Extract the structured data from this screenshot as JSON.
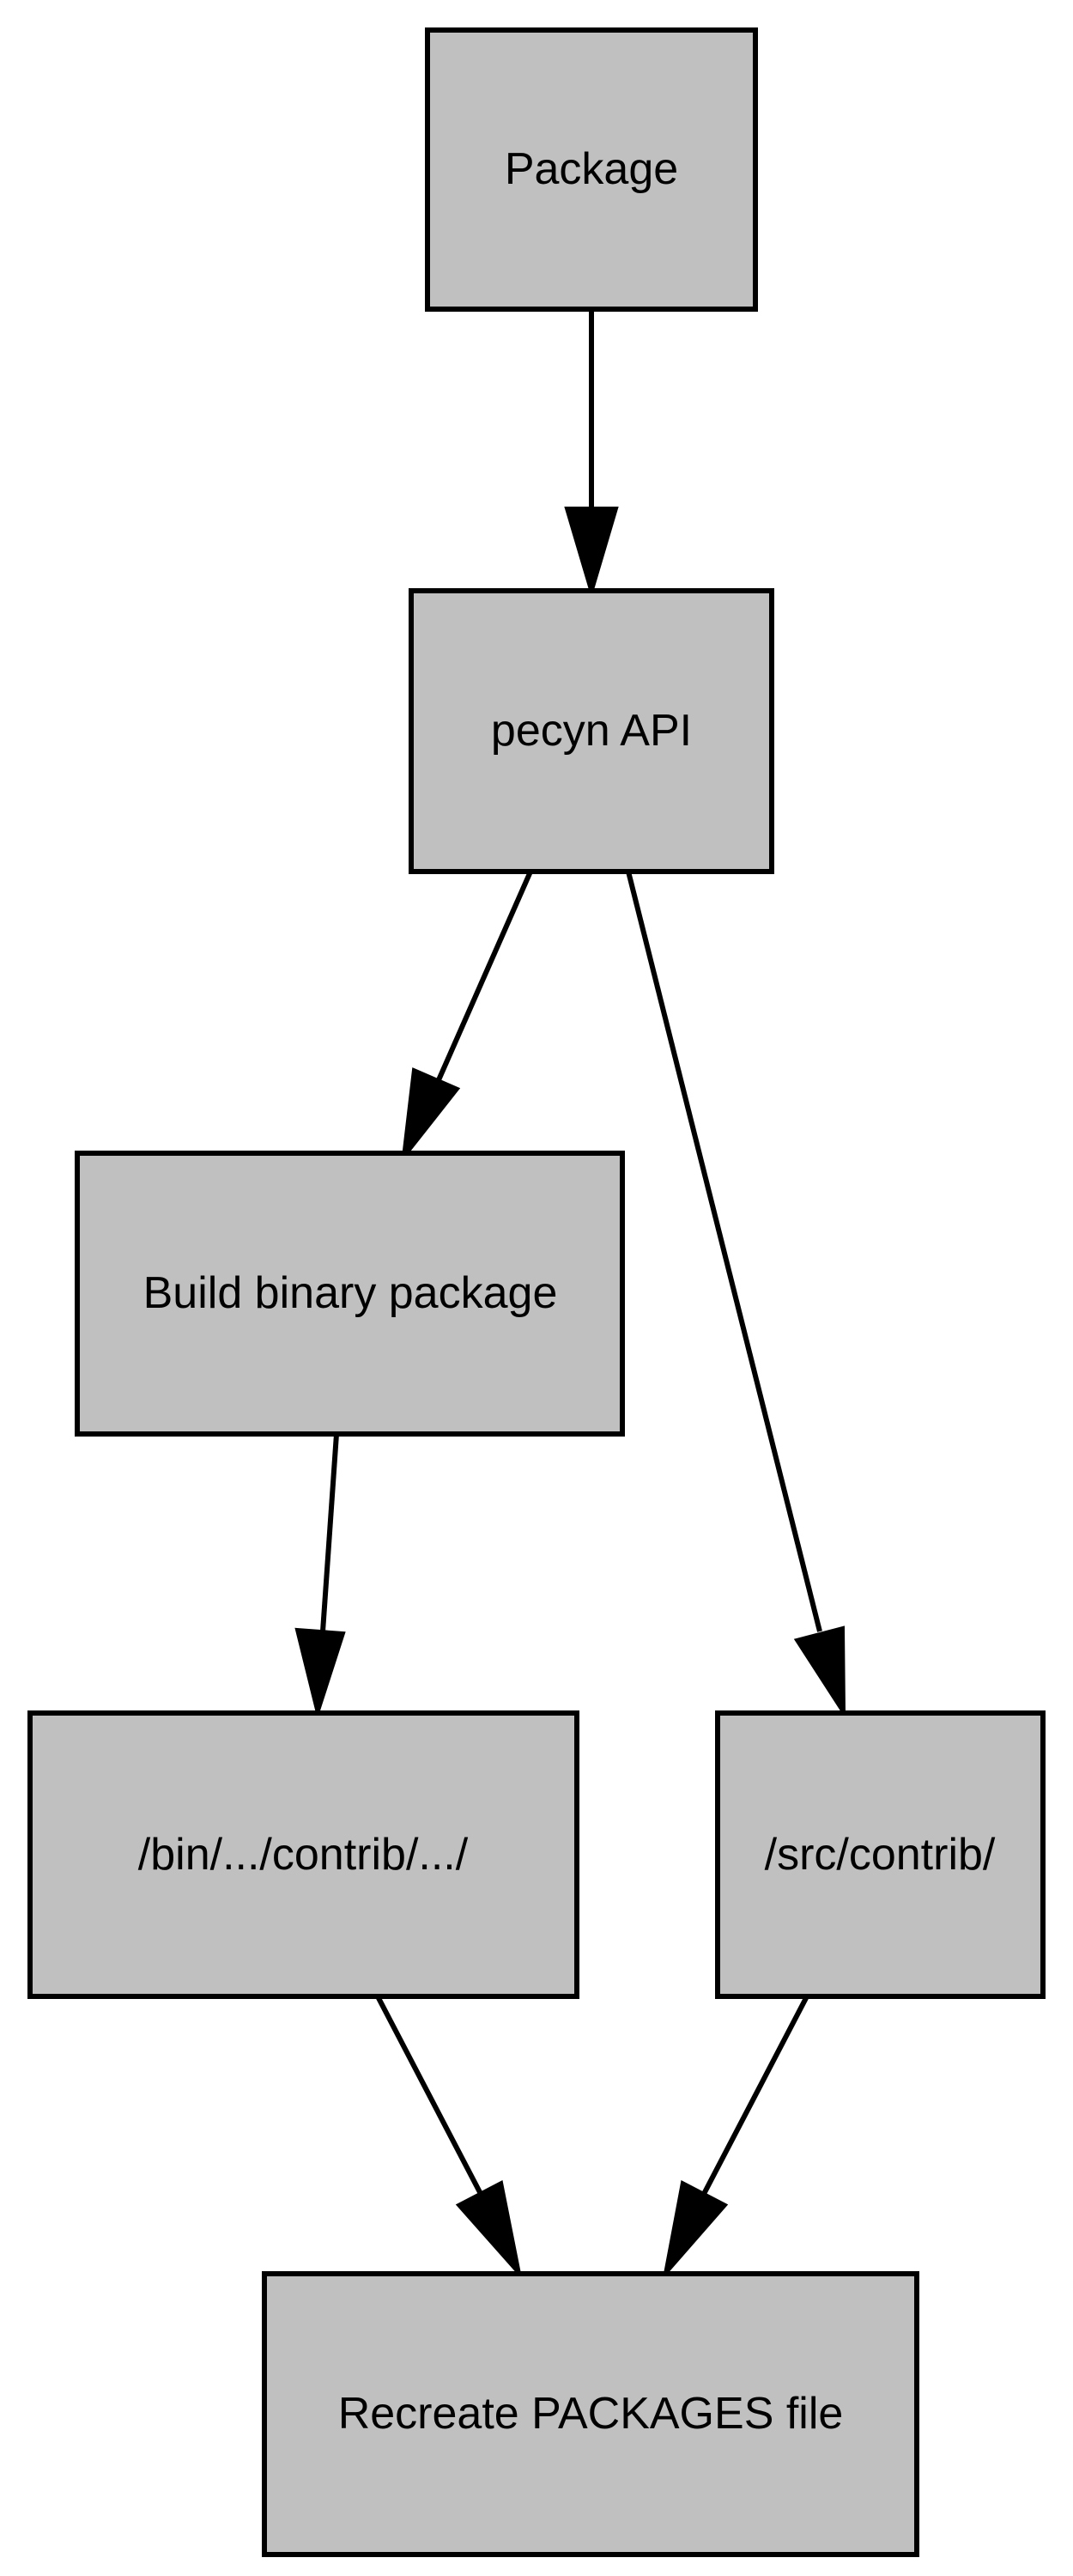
{
  "nodes": {
    "package": "Package",
    "pecyn_api": "pecyn API",
    "build_binary": "Build binary package",
    "bin_contrib": "/bin/.../contrib/.../",
    "src_contrib": "/src/contrib/",
    "recreate_packages": "Recreate PACKAGES file"
  },
  "edges": [
    {
      "from": "package",
      "to": "pecyn_api"
    },
    {
      "from": "pecyn_api",
      "to": "build_binary"
    },
    {
      "from": "pecyn_api",
      "to": "src_contrib"
    },
    {
      "from": "build_binary",
      "to": "bin_contrib"
    },
    {
      "from": "bin_contrib",
      "to": "recreate_packages"
    },
    {
      "from": "src_contrib",
      "to": "recreate_packages"
    }
  ],
  "colors": {
    "node_fill": "#c0c0c0",
    "stroke": "#000000",
    "background": "#ffffff"
  }
}
